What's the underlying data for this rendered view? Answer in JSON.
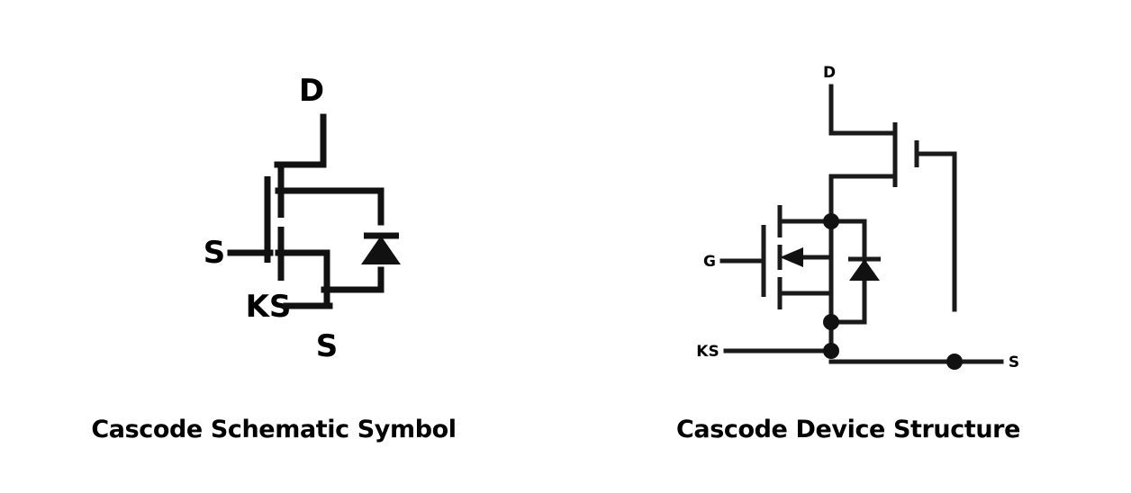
{
  "figure": {
    "background_color": "#ffffff",
    "line_color": "#111111",
    "text_color": "#000000"
  },
  "panels": [
    {
      "id": "cascode-schematic-symbol",
      "caption": "Cascode Schematic Symbol",
      "terminals": [
        {
          "name": "drain",
          "label": "D"
        },
        {
          "name": "source-gate",
          "label": "S"
        },
        {
          "name": "kelvin-source",
          "label": "KS"
        },
        {
          "name": "source-bottom",
          "label": "S"
        }
      ],
      "components": [
        {
          "name": "mosfet-symbol",
          "type": "n-channel-mosfet"
        },
        {
          "name": "body-diode",
          "type": "diode",
          "direction": "up"
        }
      ]
    },
    {
      "id": "cascode-device-structure",
      "caption": "Cascode Device Structure",
      "terminals": [
        {
          "name": "drain",
          "label": "D"
        },
        {
          "name": "gate",
          "label": "G"
        },
        {
          "name": "kelvin-source",
          "label": "KS"
        },
        {
          "name": "source",
          "label": "S"
        }
      ],
      "components": [
        {
          "name": "jfet-upper",
          "type": "jfet"
        },
        {
          "name": "mosfet-lower",
          "type": "n-channel-mosfet"
        },
        {
          "name": "body-diode",
          "type": "diode",
          "direction": "up"
        },
        {
          "name": "junction-node-upper",
          "type": "junction-dot"
        },
        {
          "name": "junction-node-lower",
          "type": "junction-dot"
        },
        {
          "name": "junction-node-kelvin",
          "type": "junction-dot"
        },
        {
          "name": "junction-node-source",
          "type": "junction-dot"
        }
      ]
    }
  ]
}
